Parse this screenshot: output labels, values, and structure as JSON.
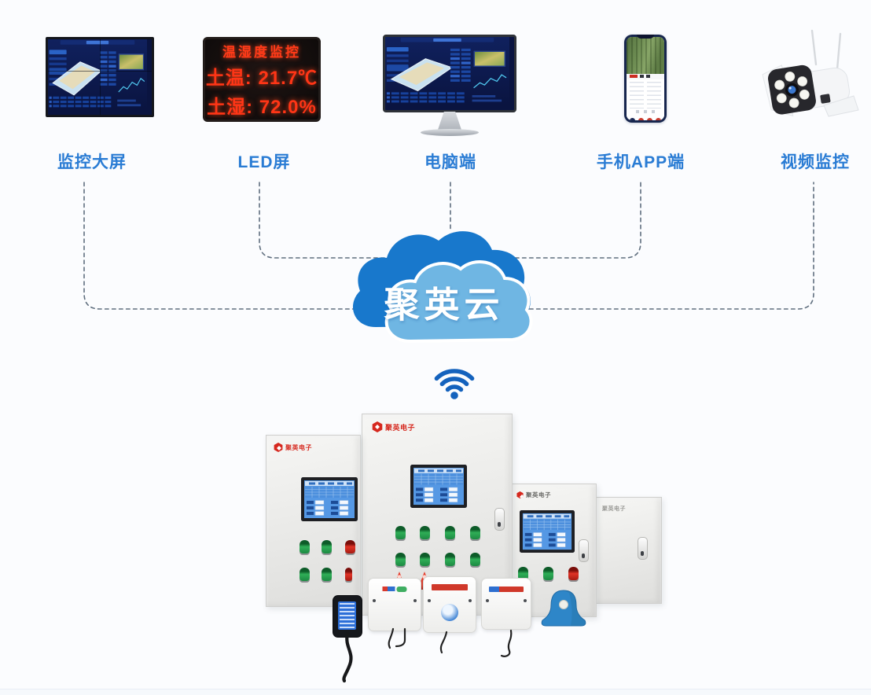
{
  "devices": {
    "big_screen_label": "监控大屏",
    "led_label": "LED屏",
    "pc_label": "电脑端",
    "app_label": "手机APP端",
    "camera_label": "视频监控"
  },
  "led_screen": {
    "line1": "温湿度监控",
    "line2": "土温: 21.7℃",
    "line3": "土湿: 72.0%"
  },
  "cloud": {
    "label": "聚英云"
  },
  "cabinets": {
    "brand": "聚英电子"
  },
  "icons": {
    "wifi": "wifi-icon",
    "camera": "cctv-camera",
    "cloud": "cloud-shape"
  },
  "colors": {
    "label_blue": "#2a7cd4",
    "cloud_back": "#1878cc",
    "cloud_front": "#6fb6e3",
    "led_red": "#ff3516",
    "dash_line": "#5f6e7e",
    "wifi_blue": "#1462bd",
    "button_green": "#27a551",
    "button_red": "#d42b1e",
    "bell_blue": "#2e86c8"
  }
}
